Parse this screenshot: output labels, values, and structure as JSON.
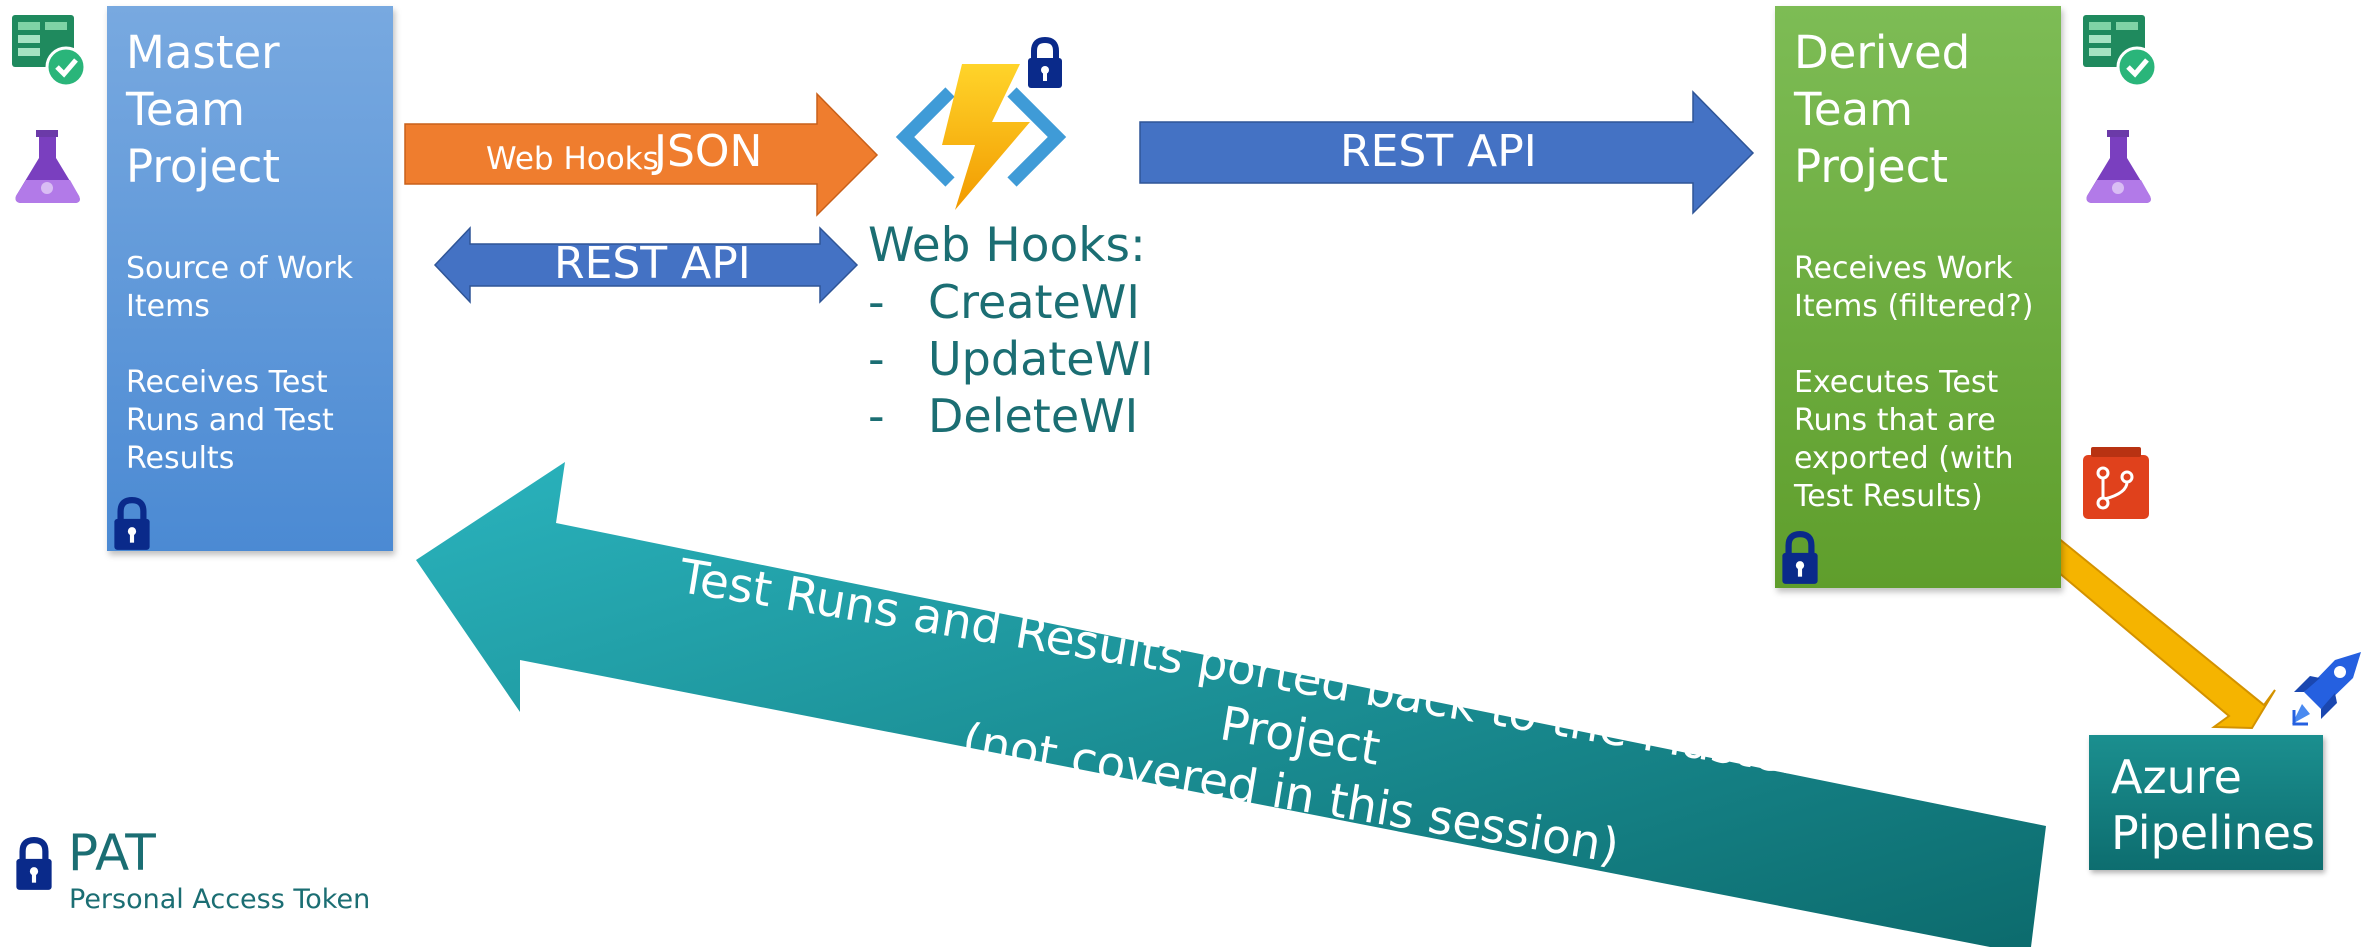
{
  "master": {
    "title": "Master\nTeam\nProject",
    "desc1": "Source of Work\nItems",
    "desc2": "Receives Test\nRuns and Test\nResults"
  },
  "derived": {
    "title": "Derived\nTeam\nProject",
    "desc1": "Receives Work\nItems (filtered?)",
    "desc2": "Executes Test\nRuns that are\nexported (with\nTest Results)"
  },
  "arrows": {
    "webhooks_small": "Web Hooks",
    "json": "JSON",
    "rest_api_left": "REST API",
    "rest_api_right": "REST API"
  },
  "webhooks": {
    "title": "Web Hooks:",
    "items": [
      "CreateWI",
      "UpdateWI",
      "DeleteWI"
    ]
  },
  "return_arrow": {
    "line1": "Test Runs and Results ported back to the Master Team Project",
    "line2": "(not covered in this session)"
  },
  "pipelines": {
    "label": "Azure\nPipelines"
  },
  "legend": {
    "pat": "PAT",
    "pat_desc": "Personal Access Token"
  },
  "colors": {
    "master_blue": "#5b97d8",
    "derived_green": "#6aab3c",
    "orange_arrow": "#ef7d2e",
    "blue_arrow": "#4472c4",
    "teal": "#137a7c",
    "yellow_arrow": "#f5b400",
    "lock_navy": "#0a2a8a"
  },
  "icons": [
    "boards-icon",
    "test-plans-icon",
    "azure-function-icon",
    "lock-icon",
    "repos-icon",
    "pipelines-rocket-icon"
  ]
}
